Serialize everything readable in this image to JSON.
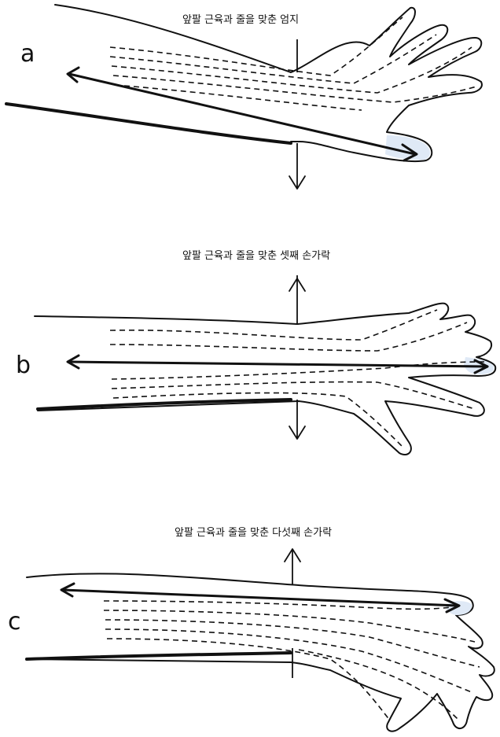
{
  "panels": [
    {
      "letter": "a",
      "caption": "앞팔 근육과 줄을 맞춘 엄지"
    },
    {
      "letter": "b",
      "caption": "앞팔 근육과 줄을 맞춘 셋째 손가락"
    },
    {
      "letter": "c",
      "caption": "앞팔 근육과 줄을 맞춘 다섯째 손가락"
    }
  ]
}
